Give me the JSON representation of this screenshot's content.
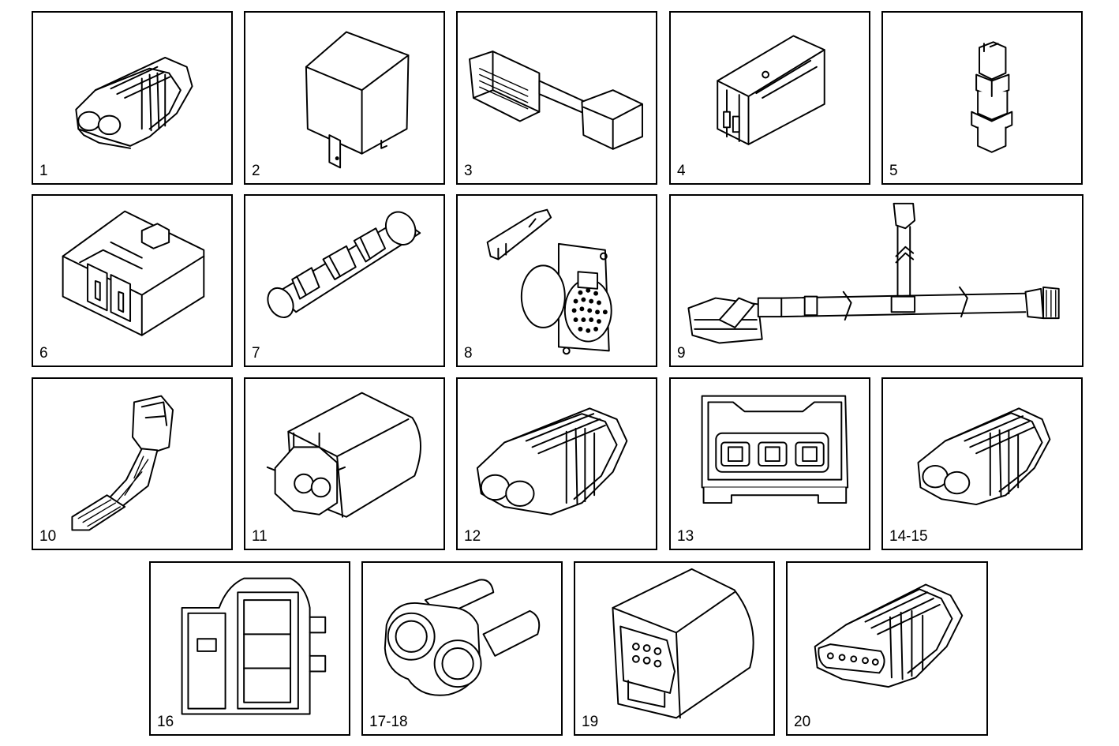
{
  "panels": [
    {
      "number": "1",
      "icon": "two-pin-sealed-connector-icon"
    },
    {
      "number": "2",
      "icon": "relay-icon"
    },
    {
      "number": "3",
      "icon": "multi-pin-connector-with-lead-icon"
    },
    {
      "number": "4",
      "icon": "terminal-block-icon"
    },
    {
      "number": "5",
      "icon": "pressure-sensor-icon"
    },
    {
      "number": "6",
      "icon": "fuse-holder-icon"
    },
    {
      "number": "7",
      "icon": "inline-connector-icon"
    },
    {
      "number": "8",
      "icon": "terminal-and-round-socket-icon"
    },
    {
      "number": "9",
      "icon": "wiring-harness-icon"
    },
    {
      "number": "10",
      "icon": "accelerator-pedal-icon"
    },
    {
      "number": "11",
      "icon": "two-pin-housing-icon"
    },
    {
      "number": "12",
      "icon": "two-pin-sealed-connector-icon"
    },
    {
      "number": "13",
      "icon": "three-pin-connector-front-icon"
    },
    {
      "number": "14-15",
      "icon": "two-pin-sealed-connector-icon"
    },
    {
      "number": "16",
      "icon": "three-way-connector-front-icon"
    },
    {
      "number": "17-18",
      "icon": "blanking-plug-icon"
    },
    {
      "number": "19",
      "icon": "six-pin-connector-icon"
    },
    {
      "number": "20",
      "icon": "five-pin-sealed-connector-icon"
    }
  ]
}
